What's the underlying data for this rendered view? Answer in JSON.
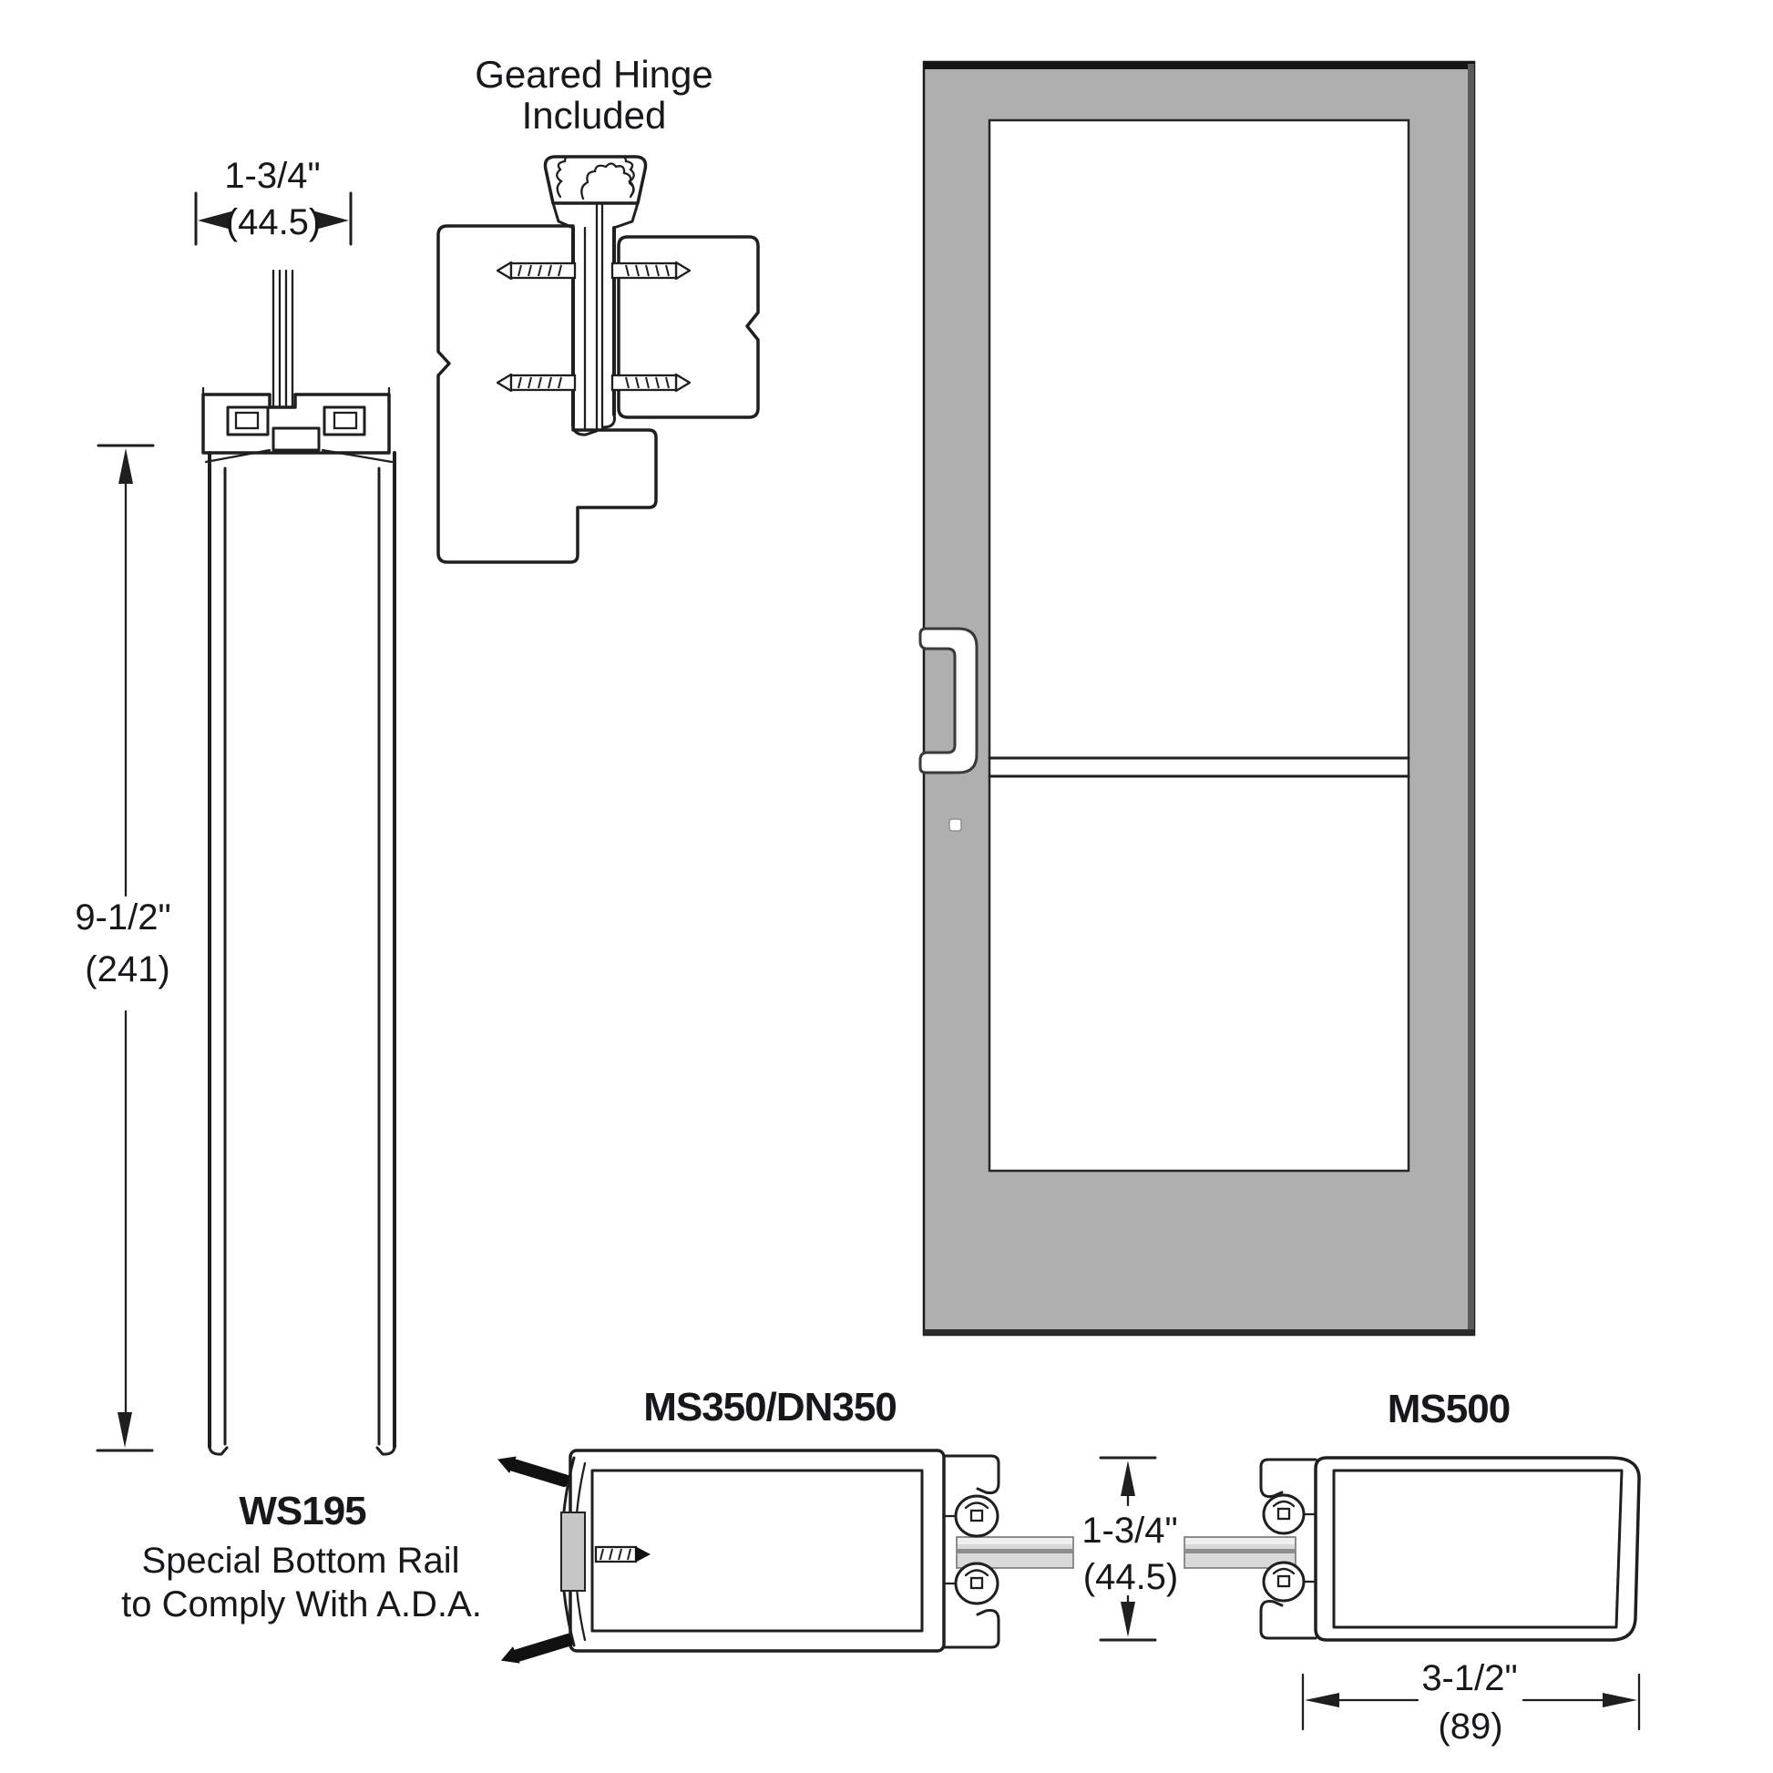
{
  "drawing": {
    "hinge_caption": {
      "line1": "Geared Hinge",
      "line2": "Included"
    },
    "dimensions": {
      "rail_width": {
        "imperial": "1-3/4\"",
        "metric": "(44.5)"
      },
      "rail_height": {
        "imperial": "9-1/2\"",
        "metric": "(241)"
      },
      "door_thickness": {
        "imperial": "1-3/4\"",
        "metric": "(44.5)"
      },
      "ms500_width": {
        "imperial": "3-1/2\"",
        "metric": "(89)"
      }
    },
    "parts": {
      "ws195": {
        "code": "WS195",
        "description_line1": "Special Bottom Rail",
        "description_line2": "to Comply With A.D.A."
      },
      "ms350": {
        "code": "MS350/DN350"
      },
      "ms500": {
        "code": "MS500"
      }
    },
    "colors": {
      "door_gray": "#AFAFAF",
      "line": "#1f1f1f",
      "weatherstrip_gray": "#D9D9D9",
      "latch_gray": "#C6C6C6",
      "glass_white": "#FFFFFF"
    }
  }
}
